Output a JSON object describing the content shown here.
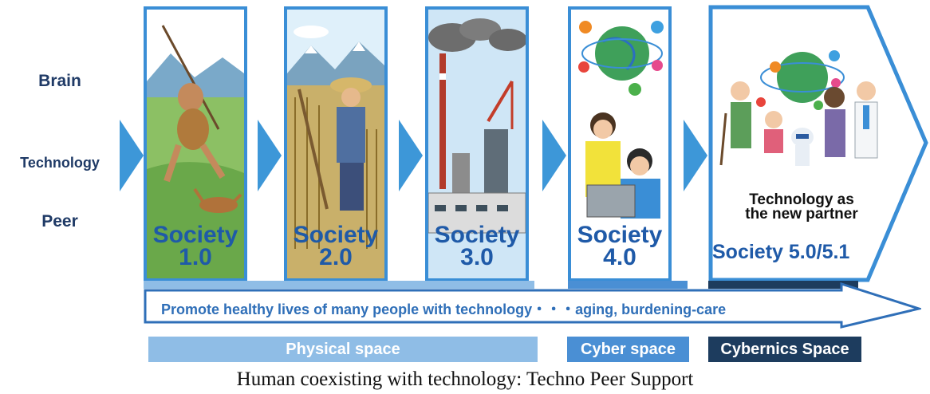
{
  "side_labels": [
    "Brain",
    "Technology",
    "Peer"
  ],
  "panels": [
    {
      "title_line1": "Society",
      "title_line2": "1.0",
      "scene": "hunting-scene"
    },
    {
      "title_line1": "Society",
      "title_line2": "2.0",
      "scene": "farming-scene"
    },
    {
      "title_line1": "Society",
      "title_line2": "3.0",
      "scene": "factory-scene"
    },
    {
      "title_line1": "Society",
      "title_line2": "4.0",
      "scene": "information-scene"
    }
  ],
  "final_panel": {
    "tagline_line1": "Technology as",
    "tagline_line2": "the new partner",
    "title": "Society 5.0/5.1",
    "scene": "coexistence-scene"
  },
  "banner": {
    "text": "Promote healthy lives of many people with technology・・・aging, burdening-care"
  },
  "spaces": {
    "physical": "Physical space",
    "cyber": "Cyber space",
    "cybernics": "Cybernics Space"
  },
  "caption": "Human coexisting with technology: Techno Peer Support",
  "colors": {
    "panel_border": "#3a8ed6",
    "title": "#1f5aa8",
    "chevron": "#3d97d8",
    "physical": "#8fbde6",
    "cyber": "#4a8fd4",
    "cybernics": "#1d3c5e"
  }
}
